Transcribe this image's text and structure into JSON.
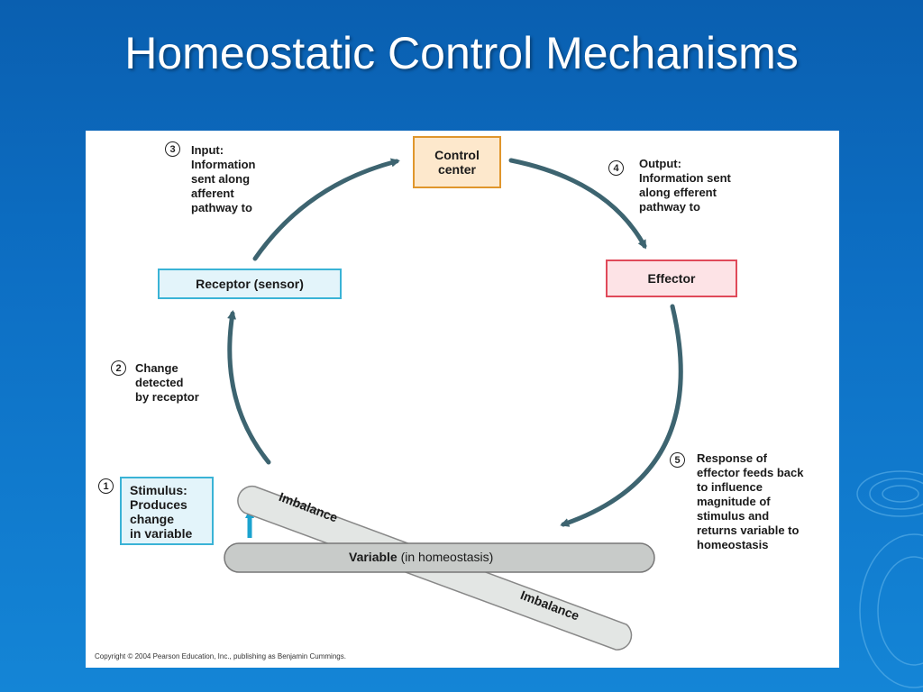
{
  "title": "Homeostatic Control Mechanisms",
  "boxes": {
    "control_center": [
      "Control",
      "center"
    ],
    "receptor": "Receptor (sensor)",
    "effector": "Effector",
    "stimulus": [
      "Stimulus:",
      "Produces",
      "change",
      "in variable"
    ]
  },
  "steps": {
    "one": "1",
    "two": {
      "num": "2",
      "lines": [
        "Change",
        "detected",
        "by receptor"
      ]
    },
    "three": {
      "num": "3",
      "lines": [
        "Input:",
        "Information",
        "sent along",
        "afferent",
        "pathway to"
      ]
    },
    "four": {
      "num": "4",
      "lines": [
        "Output:",
        "Information sent",
        "along efferent",
        "pathway to"
      ]
    },
    "five": {
      "num": "5",
      "lines": [
        "Response of",
        "effector feeds back",
        "to influence",
        "magnitude of",
        "stimulus and",
        "returns variable to",
        "homeostasis"
      ]
    }
  },
  "variable_bar": {
    "bold": "Variable",
    "rest": " (in homeostasis)"
  },
  "imbalance_top": "Imbalance",
  "imbalance_bottom": "Imbalance",
  "copyright": "Copyright © 2004 Pearson Education, Inc., publishing as Benjamin Cummings.",
  "colors": {
    "background": "#0d6fc4",
    "arrow": "#3d6470",
    "receptor_border": "#3ab3d6",
    "control_border": "#e0962c",
    "effector_border": "#e04a5a",
    "stimulus_arrow": "#1ba3cf"
  }
}
